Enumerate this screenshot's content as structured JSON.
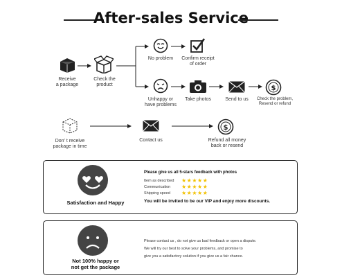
{
  "header": {
    "title": "After-sales Service"
  },
  "flow": {
    "receive": "Receive\na package",
    "check": "Check the\nproduct",
    "no_problem": "No problem",
    "confirm": "Confirm receipt\nof order",
    "unhappy": "Unhappy or\nhave problems",
    "photos": "Take photos",
    "send": "Send to us",
    "check_problem": "Check the problem,\nResend or refund",
    "not_receive": "Don' t receive\npackage in time",
    "contact": "Contact us",
    "refund": "Refund all money\nback or resend"
  },
  "happy_card": {
    "caption": "Satisfaction and Happy",
    "intro": "Please give us all 5-stars feedback with photos",
    "ratings": [
      {
        "label": "Item as described",
        "stars": "★★★★★"
      },
      {
        "label": "Communication",
        "stars": "★★★★★"
      },
      {
        "label": "Shipping speed",
        "stars": "★★★★★"
      }
    ],
    "vip": "You will be invited to be our VIP and enjoy more discounts."
  },
  "unhappy_card": {
    "caption": "Not 100% happy or\nnot get the package",
    "lines": [
      "Please contact us , do not give us bad feedback or open a dispute.",
      "We will try our best to solve your problems, and promise to",
      "give you a satisfactory solution if you give us a fair chance."
    ]
  },
  "colors": {
    "star": "#f2c100",
    "ink": "#222222"
  }
}
